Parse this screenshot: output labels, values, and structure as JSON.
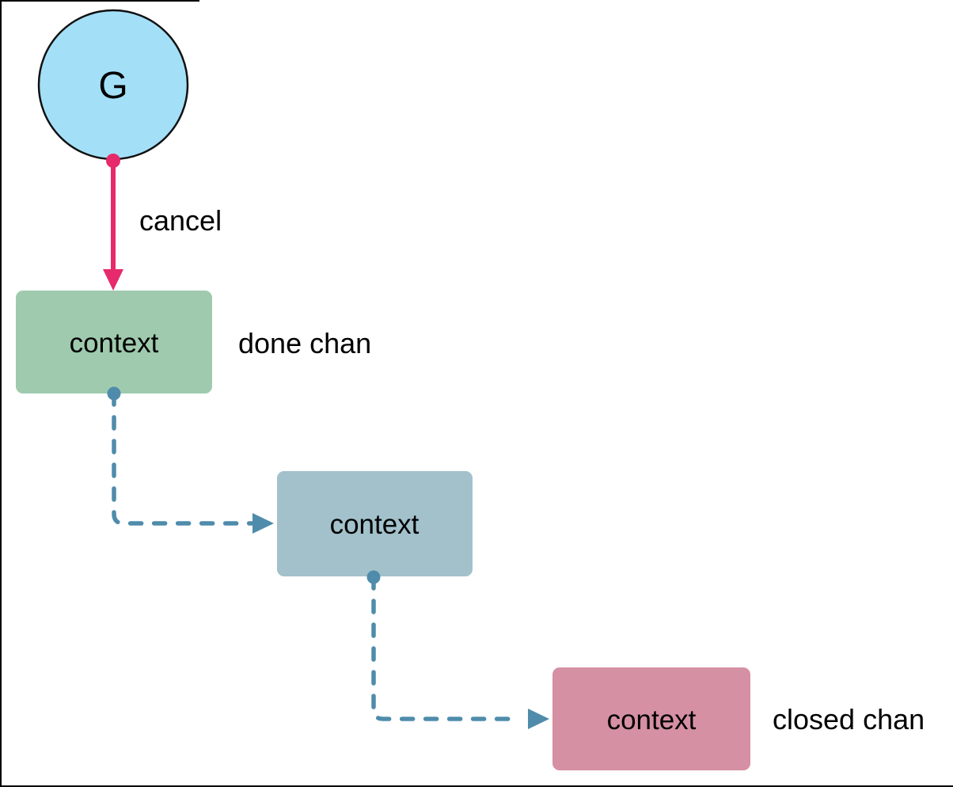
{
  "diagram": {
    "background": "#ffffff",
    "frame_color": "#000000",
    "text_color": "#000000",
    "goroutine": {
      "label": "G",
      "fill": "#a3e0f8",
      "stroke": "#111111"
    },
    "edges": [
      {
        "label": "cancel",
        "style": "solid",
        "color": "#e62a6b"
      },
      {
        "style": "dashed",
        "color": "#4f8cab"
      },
      {
        "style": "dashed",
        "color": "#4f8cab"
      }
    ],
    "nodes": [
      {
        "label": "context",
        "annotation": "done chan",
        "fill": "#9fcaae"
      },
      {
        "label": "context",
        "fill": "#a2c1cb"
      },
      {
        "label": "context",
        "annotation": "closed chan",
        "fill": "#d590a4"
      }
    ]
  }
}
